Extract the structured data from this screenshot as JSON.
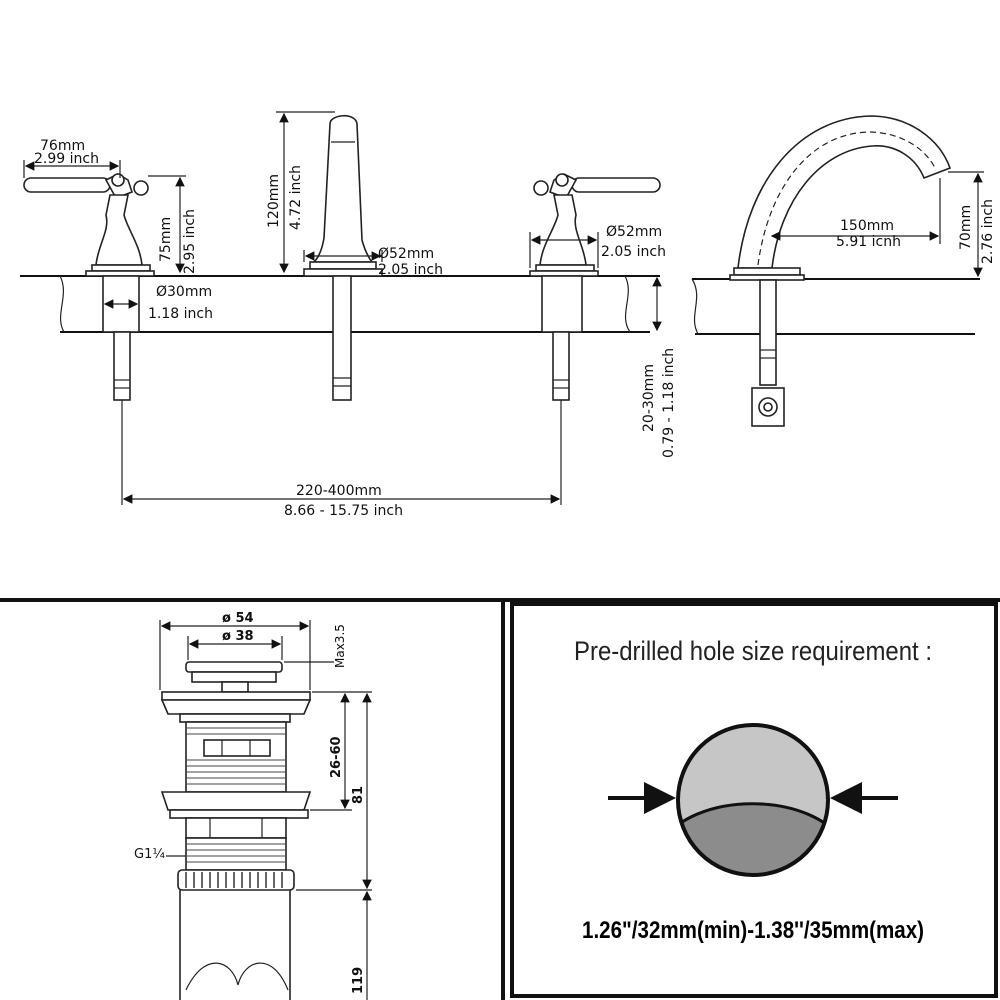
{
  "faucet": {
    "handle_width_mm": "76mm",
    "handle_width_in": "2.99 inch",
    "handle_height_mm": "75mm",
    "handle_height_in": "2.95 inch",
    "spout_height_mm": "120mm",
    "spout_height_in": "4.72 inch",
    "spout_base_mm": "Ø52mm",
    "spout_base_in": "2.05 inch",
    "handle_base_mm": "Ø52mm",
    "handle_base_in": "2.05 inch",
    "shank_mm": "Ø30mm",
    "shank_in": "1.18 inch",
    "deck_mm": "20-30mm",
    "deck_in": "0.79 - 1.18 inch",
    "spread_mm": "220-400mm",
    "spread_in": "8.66 - 15.75 inch",
    "reach_mm": "150mm",
    "reach_in": "5.91 icnh",
    "outlet_height_mm": "70mm",
    "outlet_height_in": "2.76 inch"
  },
  "drain": {
    "outer_dia": "ø 54",
    "inner_dia": "ø 38",
    "max_label": "Max3.5",
    "range": "26-60",
    "height": "81",
    "thread": "G1¼",
    "bottom": "119"
  },
  "hole": {
    "title": "Pre-drilled hole size requirement :",
    "requirement": "1.26\"/32mm(min)-1.38''/35mm(max)",
    "colors": {
      "circle_top": "#c6c6c6",
      "circle_bottom": "#8c8c8c"
    }
  }
}
